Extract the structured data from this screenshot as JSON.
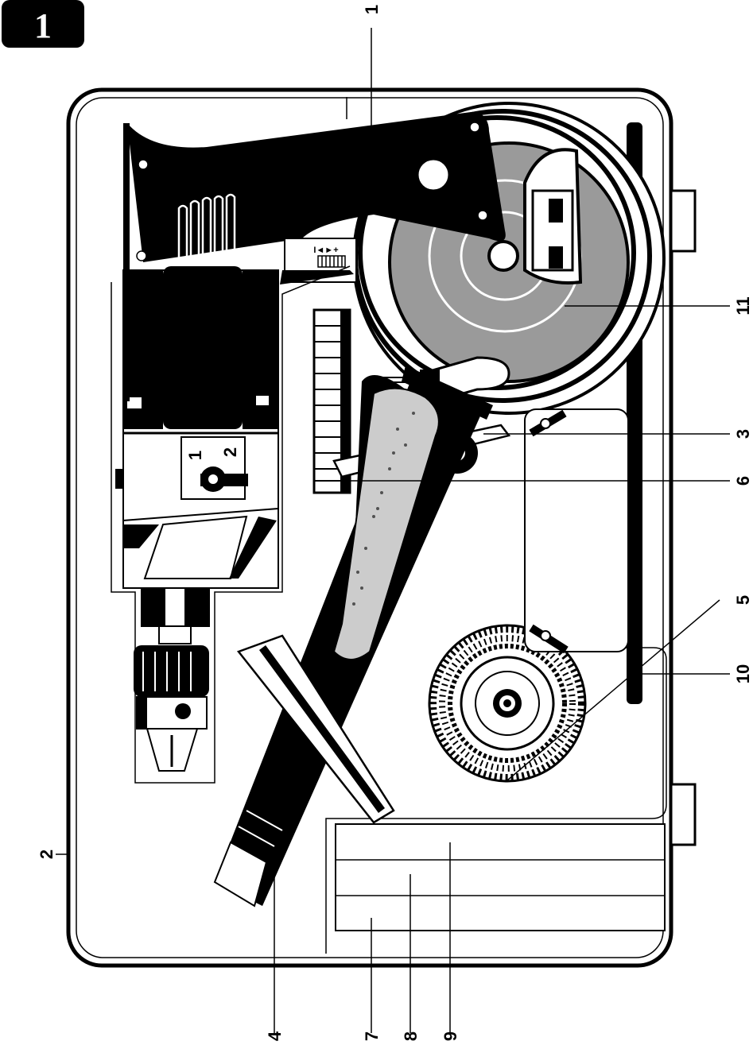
{
  "figure": {
    "number": "1"
  },
  "switch_marks": {
    "pos_1": "1",
    "pos_2": "2"
  },
  "dial_marks": "I◄►+",
  "callouts": [
    {
      "id": "c1",
      "text": "1"
    },
    {
      "id": "c2",
      "text": "2"
    },
    {
      "id": "c3",
      "text": "3"
    },
    {
      "id": "c4",
      "text": "4"
    },
    {
      "id": "c5",
      "text": "5"
    },
    {
      "id": "c6",
      "text": "6"
    },
    {
      "id": "c7",
      "text": "7"
    },
    {
      "id": "c8",
      "text": "8"
    },
    {
      "id": "c9",
      "text": "9"
    },
    {
      "id": "c10",
      "text": "10"
    },
    {
      "id": "c11",
      "text": "11"
    }
  ],
  "colors": {
    "ink": "#000000",
    "paper": "#ffffff",
    "grey": "#9a9a9a"
  }
}
